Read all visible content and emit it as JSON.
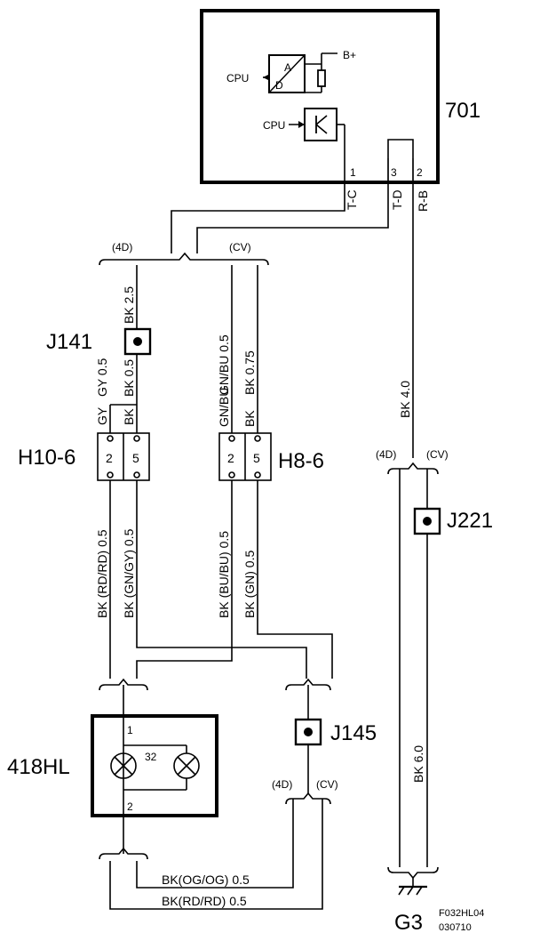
{
  "components": {
    "u701": {
      "id": "701",
      "cpu1": "CPU",
      "cpu2": "CPU",
      "block_a": "A",
      "block_d": "D",
      "bplus": "B+",
      "pins": [
        "1",
        "3",
        "2"
      ],
      "pin_signals": [
        "T-C",
        "T-D",
        "R-B"
      ]
    },
    "l418": {
      "id": "418HL",
      "pin1": "1",
      "pin2": "2",
      "bulb_num": "32"
    }
  },
  "connectors": {
    "h10": {
      "id": "H10-6",
      "pins": [
        "2",
        "5"
      ]
    },
    "h8": {
      "id": "H8-6",
      "pins": [
        "2",
        "5"
      ]
    }
  },
  "splices": {
    "j141": "J141",
    "j221": "J221",
    "j145": "J145"
  },
  "ground": "G3",
  "variants": {
    "d4": "(4D)",
    "cv": "(CV)"
  },
  "wires": {
    "w_bk25": "BK 2.5",
    "w_gy05": "GY 0.5",
    "w_bk05_top": "BK 0.5",
    "w_gy_short": "GY",
    "w_bk_short1": "BK",
    "w_gnbu05": "GN/BU 0.5",
    "w_bk075": "BK 0.75",
    "w_gnbu_short": "GN/BU",
    "w_bk_short2": "BK",
    "w_bk40": "BK  4.0",
    "w_rdrd": "BK (RD/RD)  0.5",
    "w_gngy": "BK (GN/GY)  0.5",
    "w_bubu": "BK (BU/BU)  0.5",
    "w_gn": "BK  (GN)  0.5",
    "w_bk60": "BK  6.0",
    "w_ogog": "BK(OG/OG)  0.5",
    "w_rdrd2": "BK(RD/RD)  0.5"
  },
  "footer": {
    "code": "F032HL04",
    "date": "030710"
  }
}
